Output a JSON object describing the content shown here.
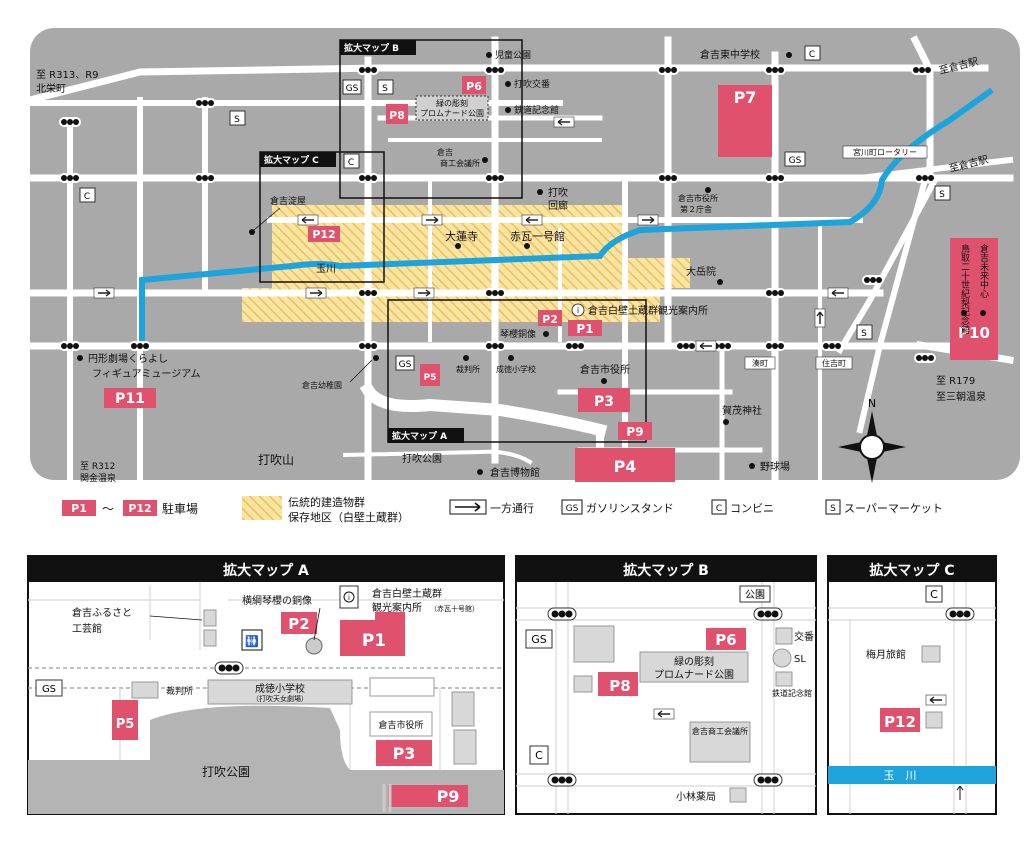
{
  "main_map": {
    "boxes": {
      "a": "拡大マップ A",
      "b": "拡大マップ B",
      "c": "拡大マップ C"
    },
    "edge_labels": {
      "nw": [
        "至 R313、R9",
        "北栄町"
      ],
      "sw": [
        "至 R312",
        "関金温泉"
      ],
      "ne": "至倉吉駅",
      "e": "至倉吉駅",
      "se": [
        "至 R179",
        "至三朝温泉"
      ]
    },
    "landmarks": {
      "jidou_kouen": "児童公園",
      "koban": "打吹交番",
      "tetsudou": "鉄道記念館",
      "midori": [
        "緑の彫刻",
        "プロムナード公園"
      ],
      "shoukou": [
        "倉吉",
        "商工会議所"
      ],
      "utsubuki_kairou": [
        "打吹",
        "回廊"
      ],
      "yodoya": "倉吉淀屋",
      "tamagawa": "玉川",
      "dairenji": "大蓮寺",
      "akagawara": "赤瓦一号館",
      "higashi_jhs": "倉吉東中学校",
      "shiyakusho2": [
        "倉吉市役所",
        "第２庁舎"
      ],
      "rotary": "宮川町ロータリー",
      "daigakuin": "大岳院",
      "tourist": "倉吉白壁土蔵群観光案内所",
      "kinkyou": "琴櫻銅像",
      "theater": [
        "円形劇場くらよし",
        "フィギュアミュージアム"
      ],
      "kindergarten": "倉吉幼稚園",
      "court": "裁判所",
      "seitoku": "成徳小学校",
      "cityhall": "倉吉市役所",
      "kamo": "賀茂神社",
      "minatomachi": "湊町",
      "sumiyoshi": "住吉町",
      "utsubukiyama": "打吹山",
      "utsubuki_park": "打吹公園",
      "museum": "倉吉博物館",
      "baseball": "野球場",
      "nijusseiki": [
        "倉吉未来中心",
        "鳥取二十世紀梨記念館"
      ]
    },
    "parking": [
      "P1",
      "P2",
      "P3",
      "P4",
      "P5",
      "P6",
      "P7",
      "P8",
      "P9",
      "P10",
      "P11",
      "P12"
    ],
    "icons": {
      "gs": "GS",
      "c": "C",
      "s": "S",
      "compass_n": "N",
      "info": "i"
    }
  },
  "legend": {
    "parking_from": "P1",
    "tilde": "〜",
    "parking_to": "P12",
    "parking_label": "駐車場",
    "district": [
      "伝統的建造物群",
      "保存地区（白壁土蔵群）"
    ],
    "oneway": "一方通行",
    "gs_label": "ガソリンスタンド",
    "c_label": "コンビニ",
    "s_label": "スーパーマーケット"
  },
  "inset_a": {
    "title": "拡大マップ A",
    "furusato": [
      "倉吉ふるさと",
      "工芸館"
    ],
    "statue": "横綱琴櫻の銅像",
    "tourist": [
      "倉吉白壁土蔵群",
      "観光案内所"
    ],
    "tourist_sub": "（赤瓦十号館）",
    "court": "裁判所",
    "school": "成徳小学校",
    "school_sub": "（打吹天女劇場）",
    "cityhall": "倉吉市役所",
    "park": "打吹公園",
    "gs": "GS",
    "parking": [
      "P1",
      "P2",
      "P3",
      "P5",
      "P9"
    ],
    "toilet": "🚻"
  },
  "inset_b": {
    "title": "拡大マップ B",
    "park": "公園",
    "gs": "GS",
    "c": "C",
    "koban": "交番",
    "sl": "SL",
    "tetsudou": "鉄道記念館",
    "midori": [
      "緑の彫刻",
      "プロムナード公園"
    ],
    "shoukou": "倉吉商工会議所",
    "kobayashi": "小林薬局",
    "parking": [
      "P6",
      "P8"
    ]
  },
  "inset_c": {
    "title": "拡大マップ C",
    "c": "C",
    "baigetsu": "梅月旅館",
    "tamagawa": "玉　川",
    "parking": "P12"
  }
}
